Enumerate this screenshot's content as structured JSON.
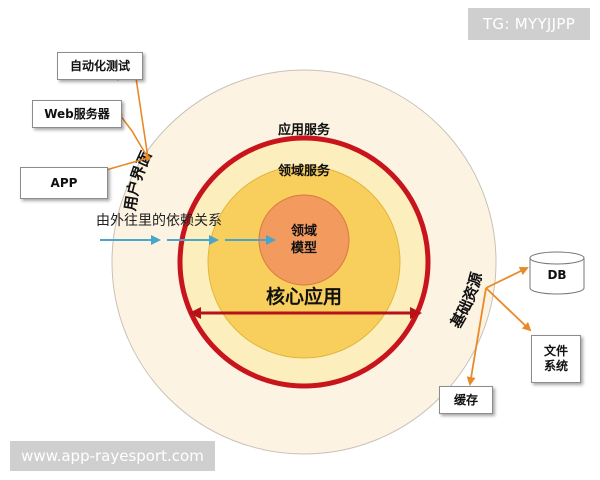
{
  "tag": "TG: MYYJJPP",
  "watermark": "www.app-rayesport.com",
  "rings": {
    "outer_label": "用户界面",
    "infra_label": "基础资源",
    "app_service": "应用服务",
    "domain_service": "领域服务",
    "domain_model_line1": "领域",
    "domain_model_line2": "模型",
    "core_label": "核心应用"
  },
  "dependency_label": "由外往里的依赖关系",
  "left_boxes": {
    "auto_test": "自动化测试",
    "web_server": "Web服务器",
    "app": "APP"
  },
  "right_boxes": {
    "db": "DB",
    "file_line1": "文件",
    "file_line2": "系统",
    "cache": "缓存"
  },
  "colors": {
    "outer_ring": "#fdf3e3",
    "red_ring": "#c8141c",
    "app_ring": "#fdeebe",
    "domain_ring": "#f8cf5d",
    "core": "#f39a5f",
    "connector": "#e88a28",
    "arrow": "#4aa5c8"
  }
}
